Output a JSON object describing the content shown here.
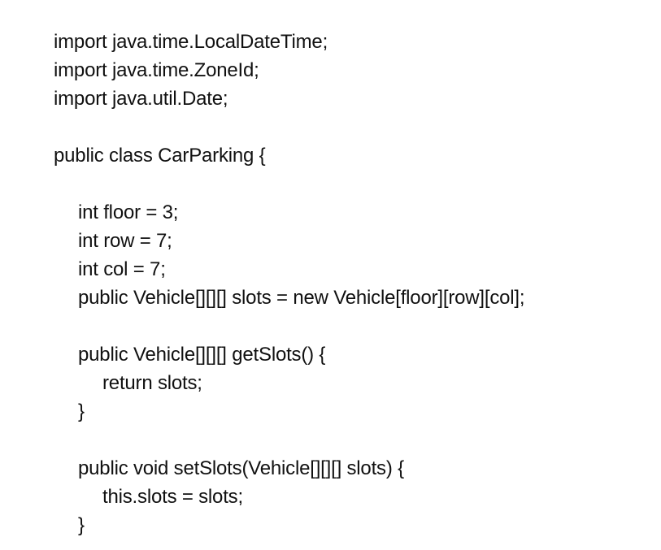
{
  "document": {
    "lines": [
      "import java.time.LocalDateTime;",
      "import java.time.ZoneId;",
      "import java.util.Date;",
      "public class CarParking {",
      "int floor = 3;",
      "int row = 7;",
      "int col = 7;",
      "public Vehicle[][][] slots = new Vehicle[floor][row][col];",
      "public Vehicle[][][] getSlots() {",
      "return slots;",
      "}",
      "public void setSlots(Vehicle[][][] slots) {",
      "this.slots = slots;",
      "}"
    ]
  }
}
